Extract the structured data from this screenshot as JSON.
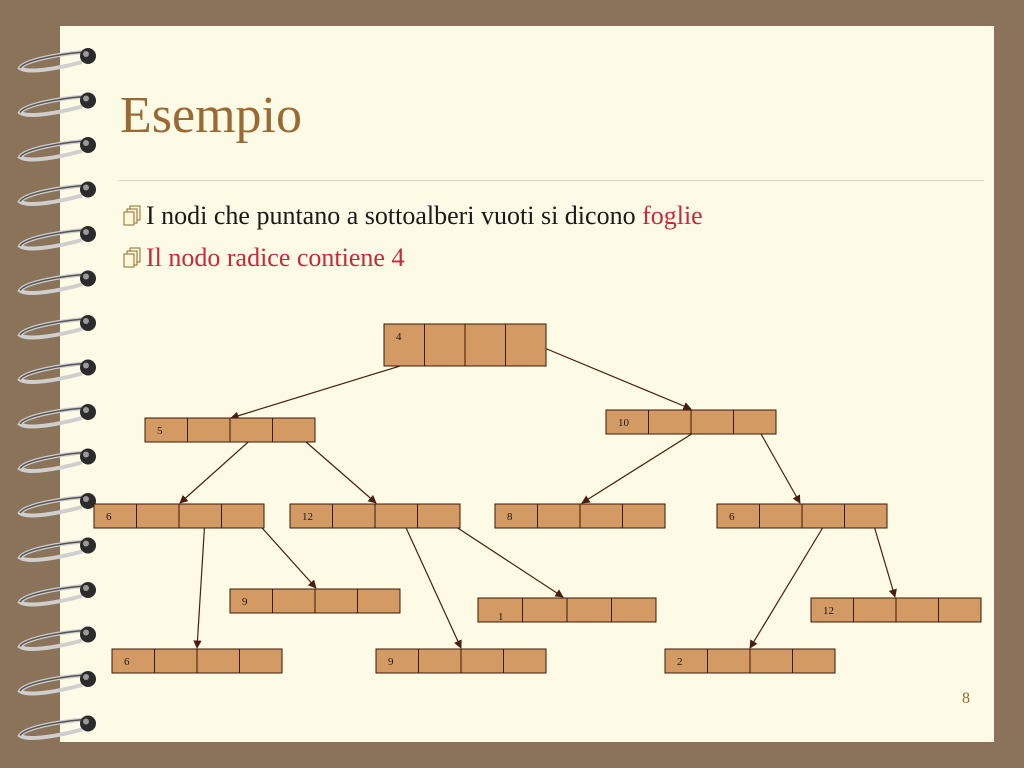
{
  "slide": {
    "title": "Esempio",
    "bullets": [
      {
        "text": "I nodi che puntano a sottoalberi vuoti si dicono ",
        "highlight": "foglie"
      },
      {
        "text": "",
        "highlight": "Il nodo radice contiene 4"
      }
    ],
    "page_number": "8"
  },
  "colors": {
    "background": "#8a7358",
    "paper": "#fdfae6",
    "title": "#9a6a32",
    "highlight": "#c8283a",
    "node_fill": "#d49a64",
    "edge": "#4a1e0e"
  },
  "icons": {
    "bullet": "stacked-pages-icon",
    "binding": "spiral-ring-icon"
  },
  "tree": {
    "nodes": [
      {
        "id": "root",
        "label": "4"
      },
      {
        "id": "n5",
        "label": "5"
      },
      {
        "id": "n10",
        "label": "10"
      },
      {
        "id": "n6a",
        "label": "6"
      },
      {
        "id": "n12a",
        "label": "12"
      },
      {
        "id": "n8",
        "label": "8"
      },
      {
        "id": "n6b",
        "label": "6"
      },
      {
        "id": "n9a",
        "label": "9"
      },
      {
        "id": "n1",
        "label": "1"
      },
      {
        "id": "n12b",
        "label": "12"
      },
      {
        "id": "n6c",
        "label": "6"
      },
      {
        "id": "n9b",
        "label": "9"
      },
      {
        "id": "n2",
        "label": "2"
      }
    ],
    "edges": [
      [
        "root",
        "n5"
      ],
      [
        "root",
        "n10"
      ],
      [
        "n5",
        "n6a"
      ],
      [
        "n5",
        "n12a"
      ],
      [
        "n10",
        "n8"
      ],
      [
        "n10",
        "n6b"
      ],
      [
        "n6a",
        "n6c"
      ],
      [
        "n6a",
        "n9a"
      ],
      [
        "n12a",
        "n9b"
      ],
      [
        "n12a",
        "n1"
      ],
      [
        "n6b",
        "n2"
      ],
      [
        "n6b",
        "n12b"
      ]
    ]
  }
}
